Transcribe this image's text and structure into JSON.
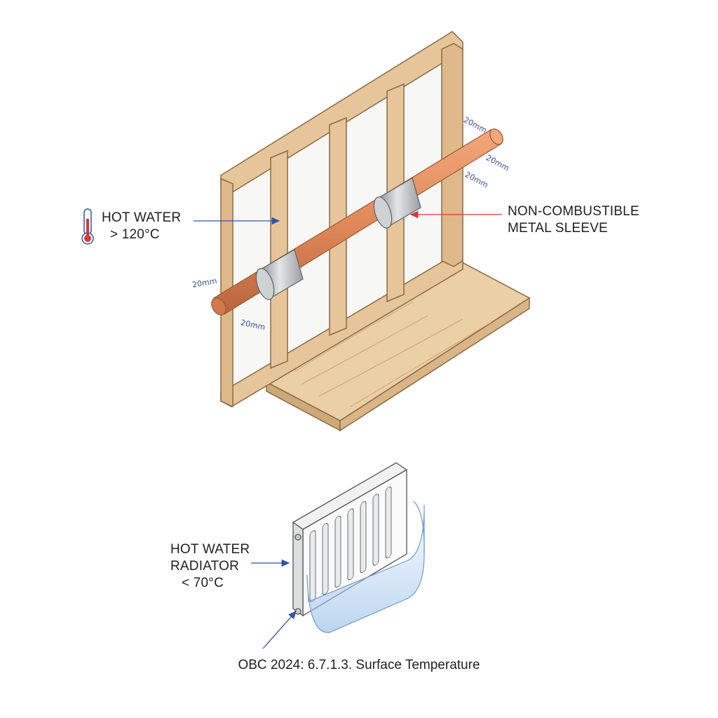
{
  "labels": {
    "hot_water_pipe": {
      "line1": "HOT WATER",
      "line2": "> 120°C"
    },
    "sleeve": {
      "line1": "NON-COMBUSTIBLE",
      "line2": "METAL SLEEVE"
    },
    "radiator": {
      "line1": "HOT WATER",
      "line2": "RADIATOR",
      "line3": "< 70°C"
    }
  },
  "dimensions": [
    "20mm",
    "20mm",
    "20mm",
    "20mm",
    "20mm"
  ],
  "caption": "OBC 2024: 6.7.1.3. Surface Temperature",
  "icons": {
    "thermometer": "thermometer-icon"
  },
  "colors": {
    "wood": "#e6c59a",
    "wood_edge": "#8a6a45",
    "pipe": "#e0895a",
    "sleeve": "#b9bdc1",
    "arrow_blue": "#2f55a4",
    "arrow_red": "#d23a3a",
    "guard": "#9cc3ea"
  }
}
